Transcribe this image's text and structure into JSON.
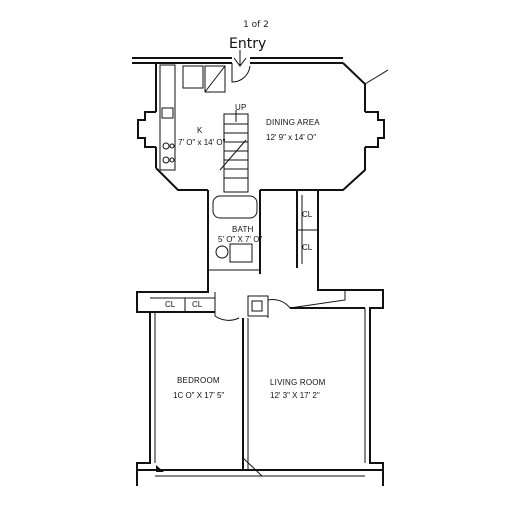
{
  "header": {
    "page_counter": "1 of 2",
    "entry_label": "Entry"
  },
  "rooms": {
    "kitchen": {
      "label": "K",
      "dims": "7' O\" x 14' O\""
    },
    "dining": {
      "label": "DINING AREA",
      "dims": "12' 9\" x 14' O\""
    },
    "bath": {
      "label": "BATH",
      "dims": "5' O\" X 7' O\""
    },
    "bedroom": {
      "label": "BEDROOM",
      "dims": "1C O\" X 17' 5\""
    },
    "living": {
      "label": "LIVING ROOM",
      "dims": "12' 3\" X 17' 2\""
    }
  },
  "closets": {
    "hall_1": "CL",
    "hall_2": "CL",
    "bedroom_1": "CL",
    "bedroom_2": "CL"
  },
  "stair": {
    "label": "UP"
  }
}
